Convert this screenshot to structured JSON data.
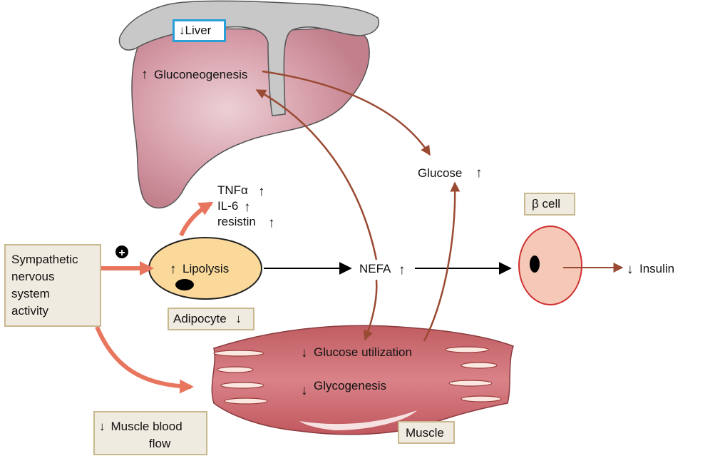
{
  "arrows": {
    "up": "↑",
    "down": "↓",
    "plus": "+"
  },
  "labels": {
    "liver": "Liver",
    "gluconeogenesis": "Gluconeogenesis",
    "glucose": "Glucose",
    "tnfa": "TNFα",
    "il6": "IL-6",
    "resistin": "resistin",
    "lipolysis": "Lipolysis",
    "adipocyte": "Adipocyte",
    "nefa": "NEFA",
    "beta_cell": "β cell",
    "insulin": "Insulin",
    "sympathetic": [
      "Sympathetic",
      "nervous",
      "system",
      "activity"
    ],
    "glucose_utilization": "Glucose utilization",
    "glycogenesis": "Glycogenesis",
    "muscle": "Muscle",
    "muscle_blood_flow": [
      "Muscle blood",
      "flow"
    ]
  },
  "colors": {
    "liver": "#c98a96",
    "muscle": "#c96e70",
    "adipocyte_fill": "#fbd99a",
    "beta_cell_fill": "#f5c8b8",
    "beta_cell_border": "#d03030",
    "arrow_brown": "#9a4a32",
    "arrow_salmon": "#e8765e",
    "label_box_fill": "#f0ebe0",
    "label_box_border": "#c8b88e",
    "liver_box_border": "#2aa0d8"
  }
}
